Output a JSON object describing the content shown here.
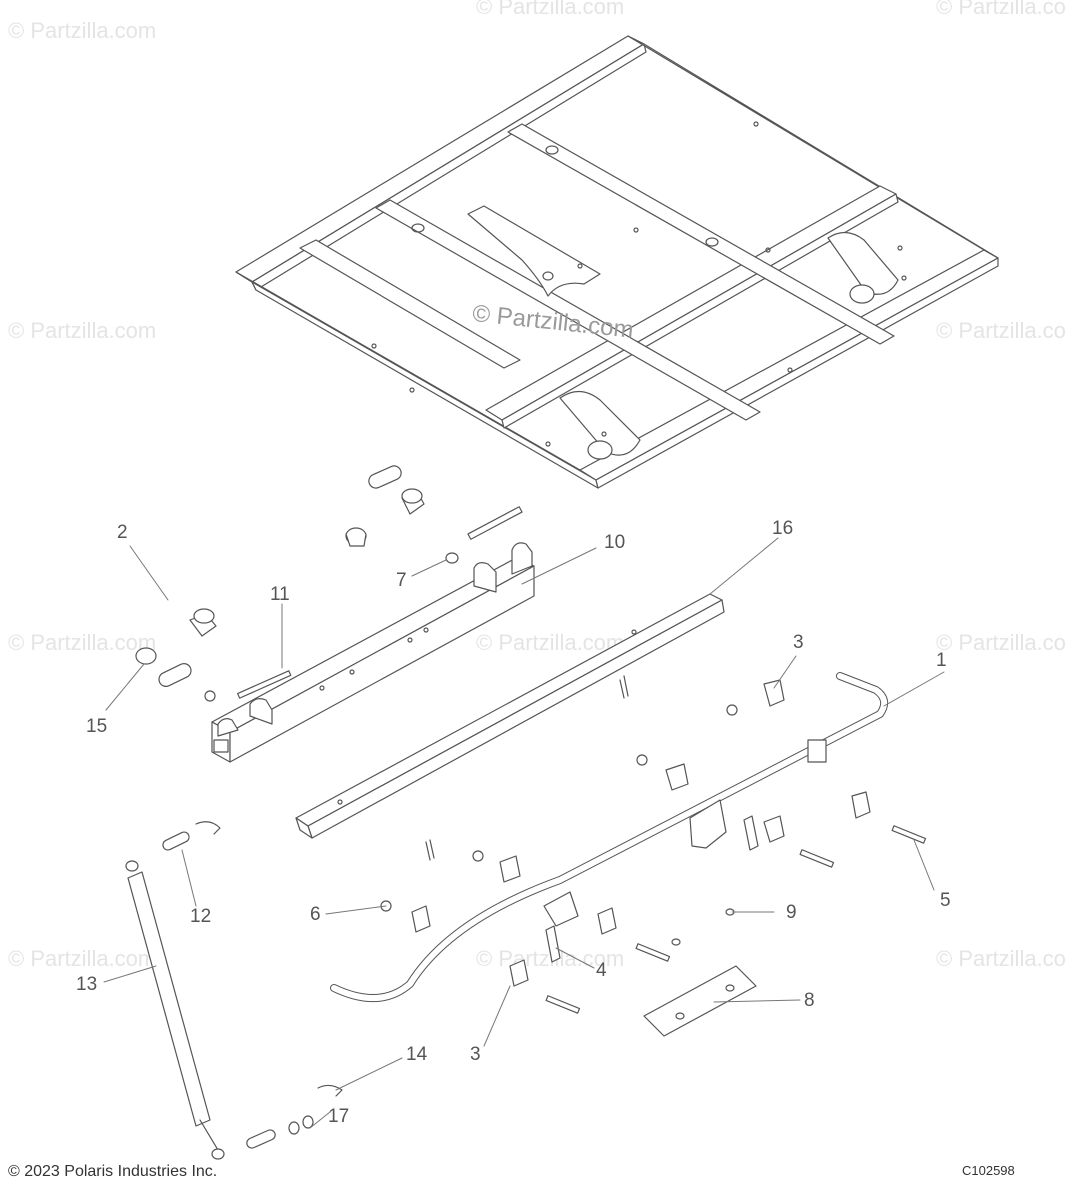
{
  "watermark": "© Partzilla.com",
  "callouts": {
    "c1": "1",
    "c2": "2",
    "c3a": "3",
    "c3b": "3",
    "c4": "4",
    "c5": "5",
    "c6": "6",
    "c7": "7",
    "c8": "8",
    "c9": "9",
    "c10": "10",
    "c11": "11",
    "c12": "12",
    "c13": "13",
    "c14": "14",
    "c15": "15",
    "c16": "16",
    "c17": "17"
  },
  "footer": {
    "copyright": "© 2023 Polaris Industries Inc.",
    "code": "C102598"
  },
  "colors": {
    "line": "#555555",
    "leader": "#777777",
    "watermark": "#e4e4e4"
  }
}
